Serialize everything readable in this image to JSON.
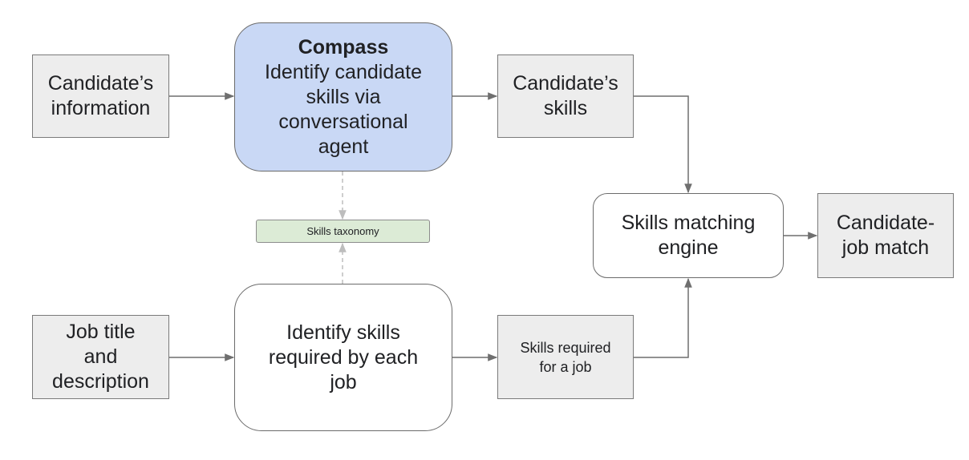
{
  "nodes": {
    "candidate_info": {
      "lines": [
        "Candidate’s",
        "information"
      ]
    },
    "compass": {
      "title": "Compass",
      "lines": [
        "Identify candidate",
        "skills via",
        "conversational",
        "agent"
      ]
    },
    "candidate_skills": {
      "lines": [
        "Candidate’s",
        "skills"
      ]
    },
    "skills_taxonomy": {
      "label": "Skills taxonomy"
    },
    "job_title": {
      "lines": [
        "Job title",
        "and",
        "description"
      ]
    },
    "identify_skills": {
      "lines": [
        "Identify skills",
        "required by each",
        "job"
      ]
    },
    "skills_required": {
      "lines": [
        "Skills required",
        "for a job"
      ]
    },
    "skills_matching": {
      "lines": [
        "Skills matching",
        "engine"
      ]
    },
    "candidate_job_match": {
      "lines": [
        "Candidate-",
        "job match"
      ]
    }
  },
  "edges": [
    {
      "from": "candidate_info",
      "to": "compass",
      "style": "solid"
    },
    {
      "from": "compass",
      "to": "candidate_skills",
      "style": "solid"
    },
    {
      "from": "candidate_skills",
      "to": "skills_matching",
      "style": "solid"
    },
    {
      "from": "compass",
      "to": "skills_taxonomy",
      "style": "dashed"
    },
    {
      "from": "identify_skills",
      "to": "skills_taxonomy",
      "style": "dashed"
    },
    {
      "from": "job_title",
      "to": "identify_skills",
      "style": "solid"
    },
    {
      "from": "identify_skills",
      "to": "skills_required",
      "style": "solid"
    },
    {
      "from": "skills_required",
      "to": "skills_matching",
      "style": "solid"
    },
    {
      "from": "skills_matching",
      "to": "candidate_job_match",
      "style": "solid"
    }
  ],
  "colors": {
    "compass_fill": "#c9d8f5",
    "taxonomy_fill": "#dcebd6",
    "grey_box_fill": "#ededed",
    "solid_connector": "#6f6f6f",
    "dashed_connector": "#bdbdbd"
  }
}
